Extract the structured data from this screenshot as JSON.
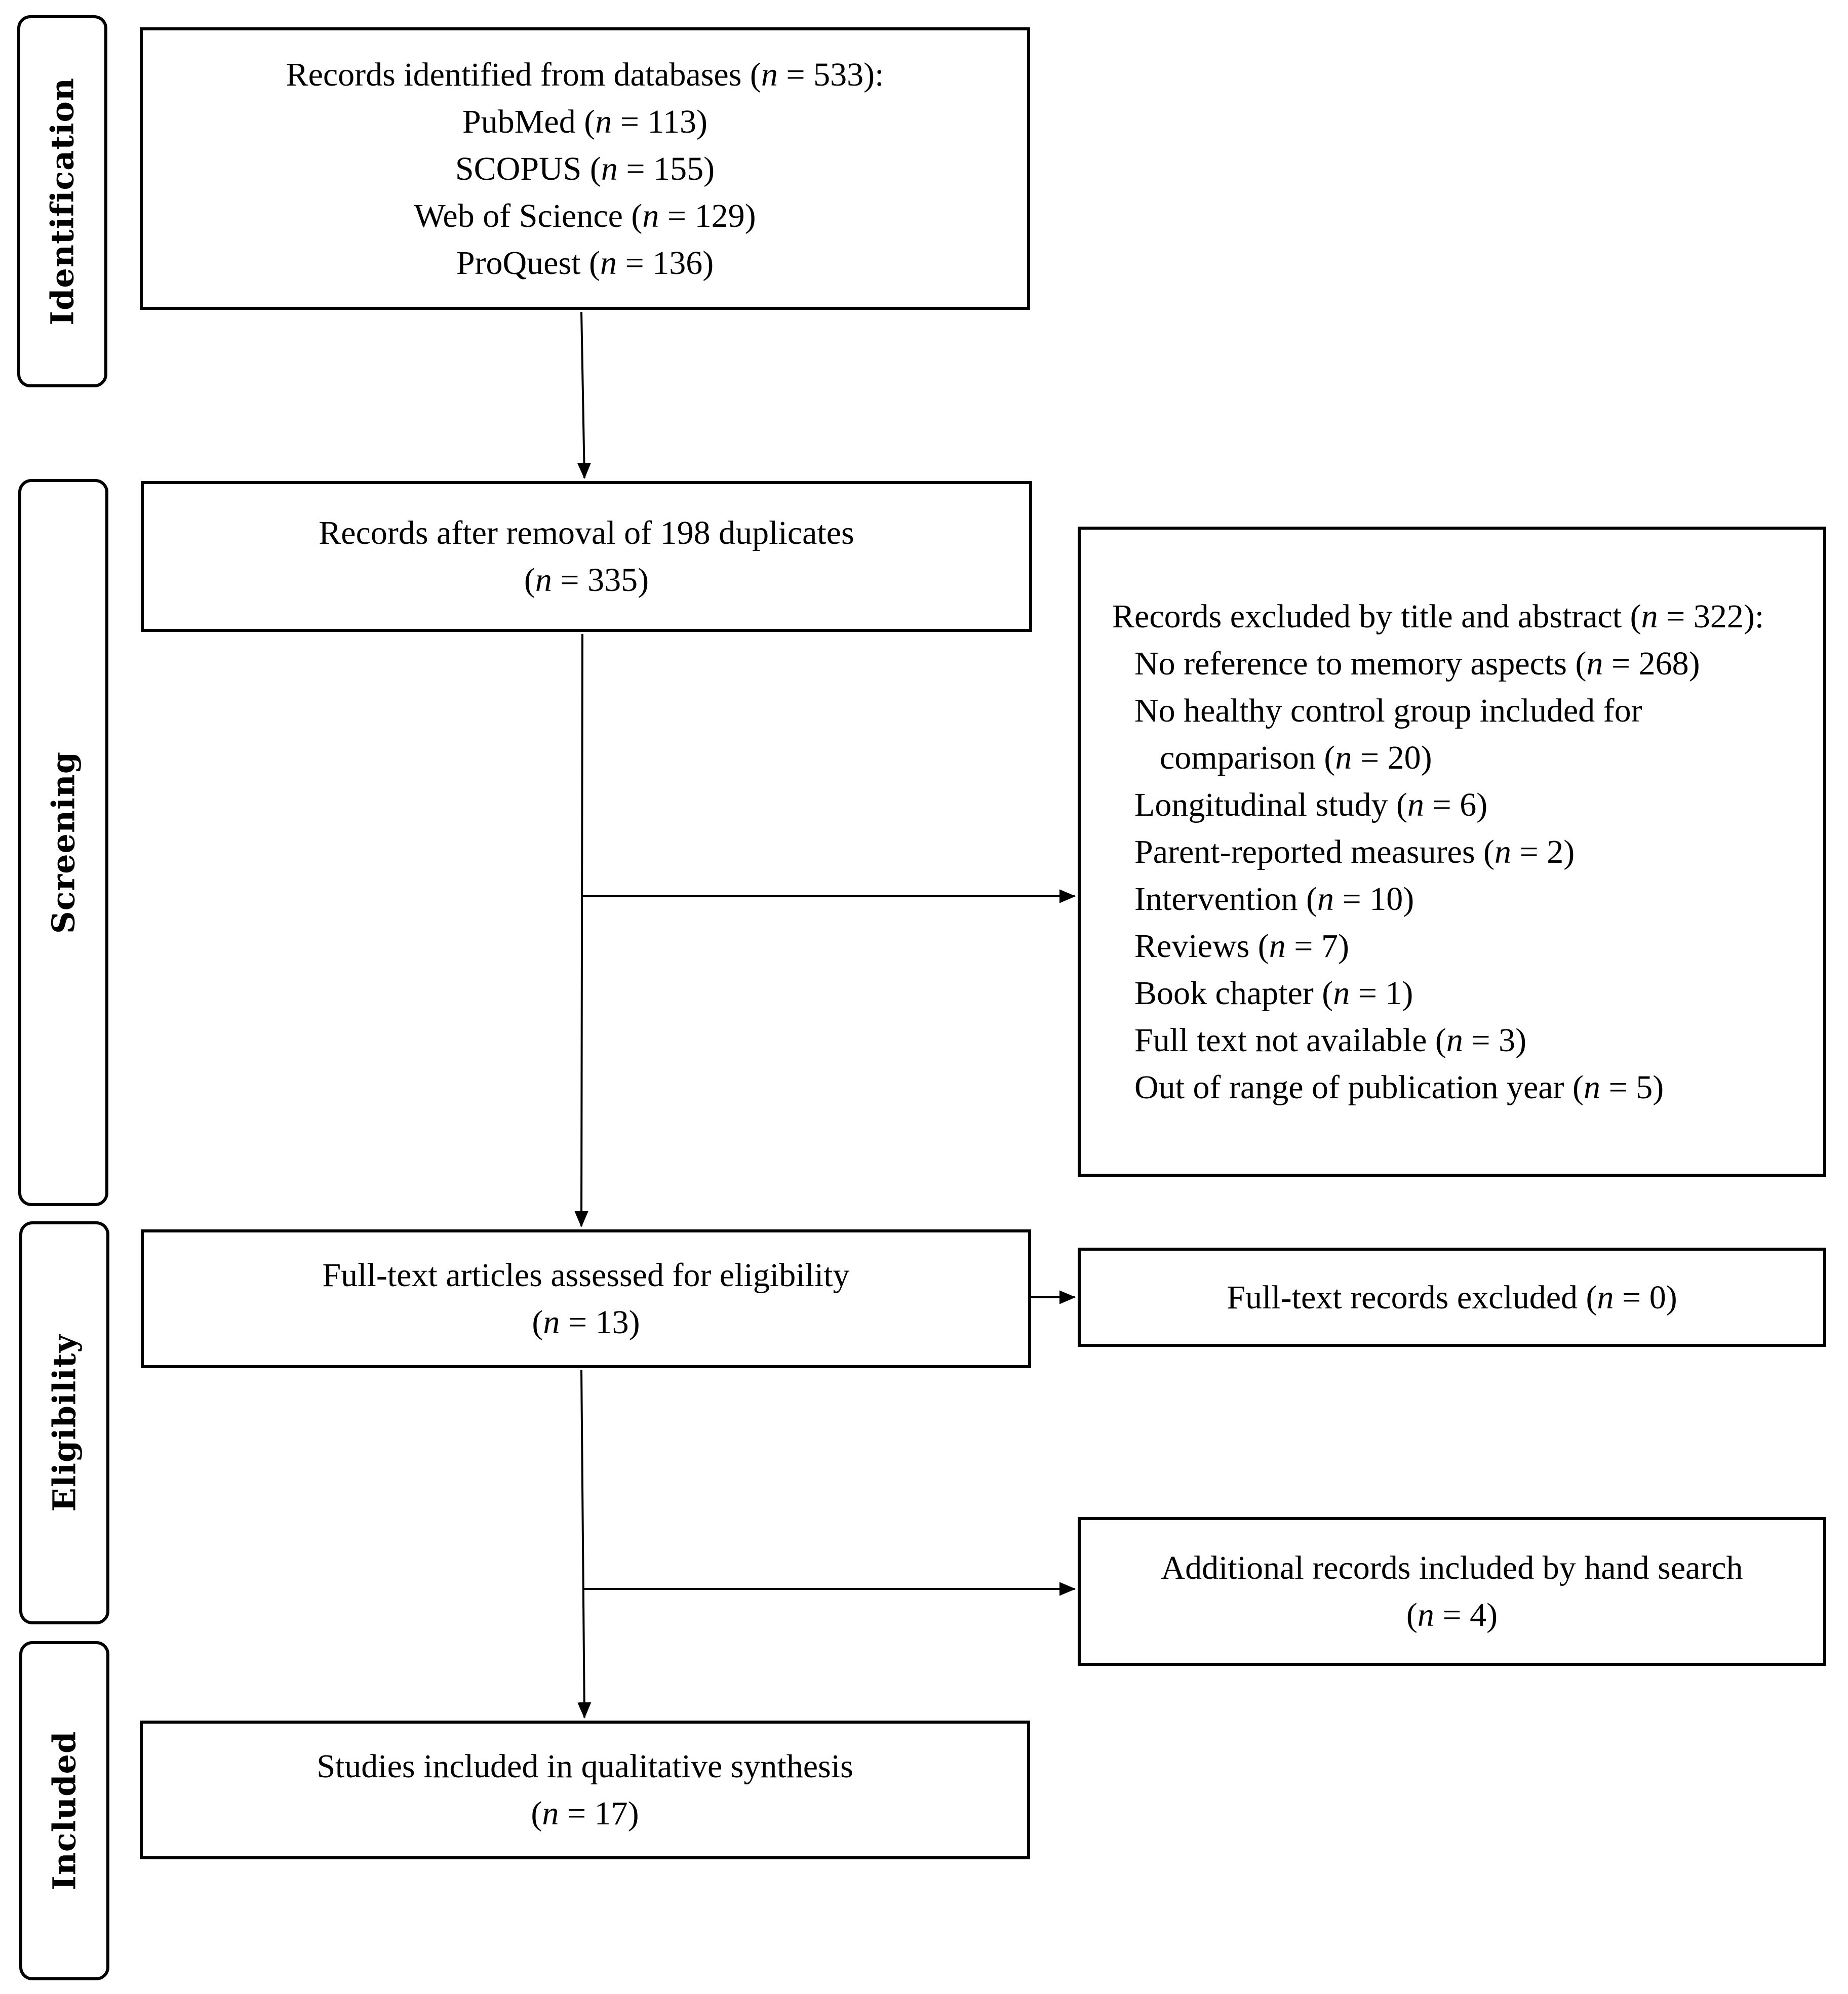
{
  "stages": [
    {
      "id": "identification",
      "label": "Identification"
    },
    {
      "id": "screening",
      "label": "Screening"
    },
    {
      "id": "eligibility",
      "label": "Eligibility"
    },
    {
      "id": "included",
      "label": "Included"
    }
  ],
  "boxes": {
    "identified": {
      "lines": [
        {
          "pre": "Records identified from databases (",
          "n": "n",
          "post": " = 533):"
        },
        {
          "pre": "PubMed (",
          "n": "n",
          "post": " = 113)"
        },
        {
          "pre": "SCOPUS (",
          "n": "n",
          "post": " = 155)"
        },
        {
          "pre": "Web of Science (",
          "n": "n",
          "post": " = 129)"
        },
        {
          "pre": "ProQuest (",
          "n": "n",
          "post": " = 136)"
        }
      ]
    },
    "after_duplicates": {
      "lines": [
        {
          "pre": "Records after removal of 198 duplicates",
          "n": "",
          "post": ""
        },
        {
          "pre": "(",
          "n": "n",
          "post": " = 335)"
        }
      ]
    },
    "excluded_title_abstract": {
      "lines": [
        {
          "pre": "Records excluded by title and abstract (",
          "n": "n",
          "post": " = 322):",
          "kind": "header"
        },
        {
          "pre": "No reference to memory aspects (",
          "n": "n",
          "post": " = 268)",
          "kind": "item"
        },
        {
          "pre": "No healthy control group included for",
          "n": "",
          "post": "",
          "kind": "item"
        },
        {
          "pre": "comparison (",
          "n": "n",
          "post": " = 20)",
          "kind": "cont"
        },
        {
          "pre": "Longitudinal study (",
          "n": "n",
          "post": " = 6)",
          "kind": "item"
        },
        {
          "pre": "Parent-reported measures (",
          "n": "n",
          "post": " = 2)",
          "kind": "item"
        },
        {
          "pre": "Intervention (",
          "n": "n",
          "post": " = 10)",
          "kind": "item"
        },
        {
          "pre": "Reviews (",
          "n": "n",
          "post": " = 7)",
          "kind": "item"
        },
        {
          "pre": "Book chapter (",
          "n": "n",
          "post": " = 1)",
          "kind": "item"
        },
        {
          "pre": "Full text not available (",
          "n": "n",
          "post": " = 3)",
          "kind": "item"
        },
        {
          "pre": "Out of range of publication year (",
          "n": "n",
          "post": " = 5)",
          "kind": "item"
        }
      ]
    },
    "full_text_assessed": {
      "lines": [
        {
          "pre": "Full-text articles assessed for eligibility",
          "n": "",
          "post": ""
        },
        {
          "pre": "(",
          "n": "n",
          "post": " = 13)"
        }
      ]
    },
    "full_text_excluded": {
      "lines": [
        {
          "pre": "Full-text records excluded (",
          "n": "n",
          "post": " = 0)"
        }
      ]
    },
    "hand_search": {
      "lines": [
        {
          "pre": "Additional records included by hand search",
          "n": "",
          "post": ""
        },
        {
          "pre": "(",
          "n": "n",
          "post": " = 4)"
        }
      ]
    },
    "included_studies": {
      "lines": [
        {
          "pre": "Studies included in qualitative synthesis",
          "n": "",
          "post": ""
        },
        {
          "pre": "(",
          "n": "n",
          "post": " = 17)"
        }
      ]
    }
  }
}
